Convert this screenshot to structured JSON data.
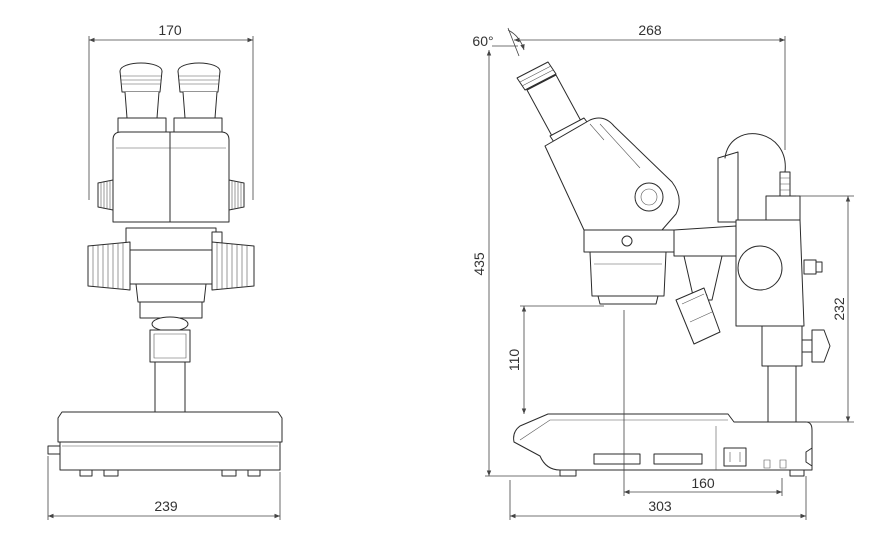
{
  "dimensions": {
    "front_width_top": "170",
    "front_width_base": "239",
    "side_width_top": "268",
    "side_width_base": "303",
    "height_total": "435",
    "working_distance": "110",
    "pillar_height": "232",
    "base_depth": "160",
    "head_angle": "60°"
  },
  "colors": {
    "line": "#2b2b2b",
    "background": "#ffffff"
  }
}
